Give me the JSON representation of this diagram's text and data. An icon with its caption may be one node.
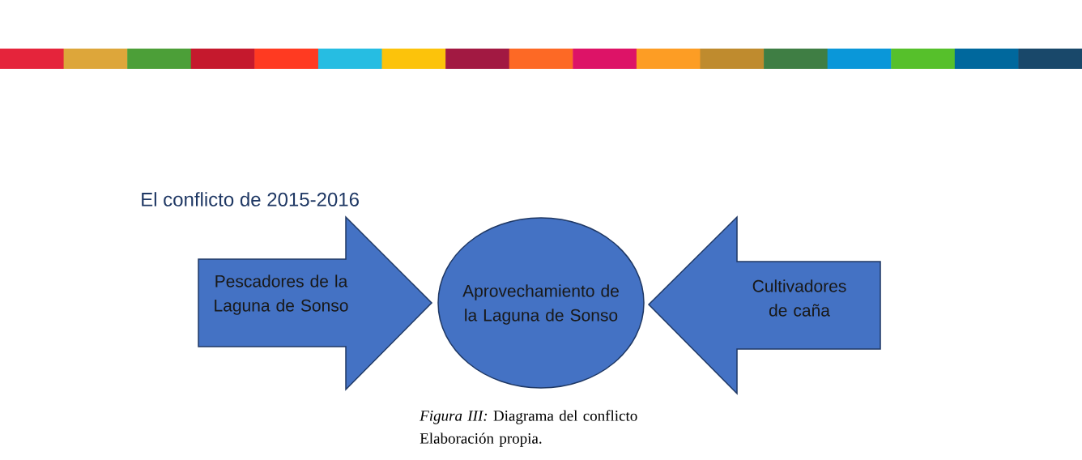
{
  "diagram": {
    "title": "El conflicto de 2015-2016",
    "caption": "*Figura III:* Diagrama del conflicto Elaboración propia.",
    "nodes": [
      {
        "text": [
          "Pescadores de la Laguna de Sonso"
        ]
      },
      {
        "text": [
          "Aprovechamiento de la Laguna de Sonso"
        ]
      },
      {
        "text": [
          "Cultivadores de caña"
        ]
      }
    ]
  }
}
